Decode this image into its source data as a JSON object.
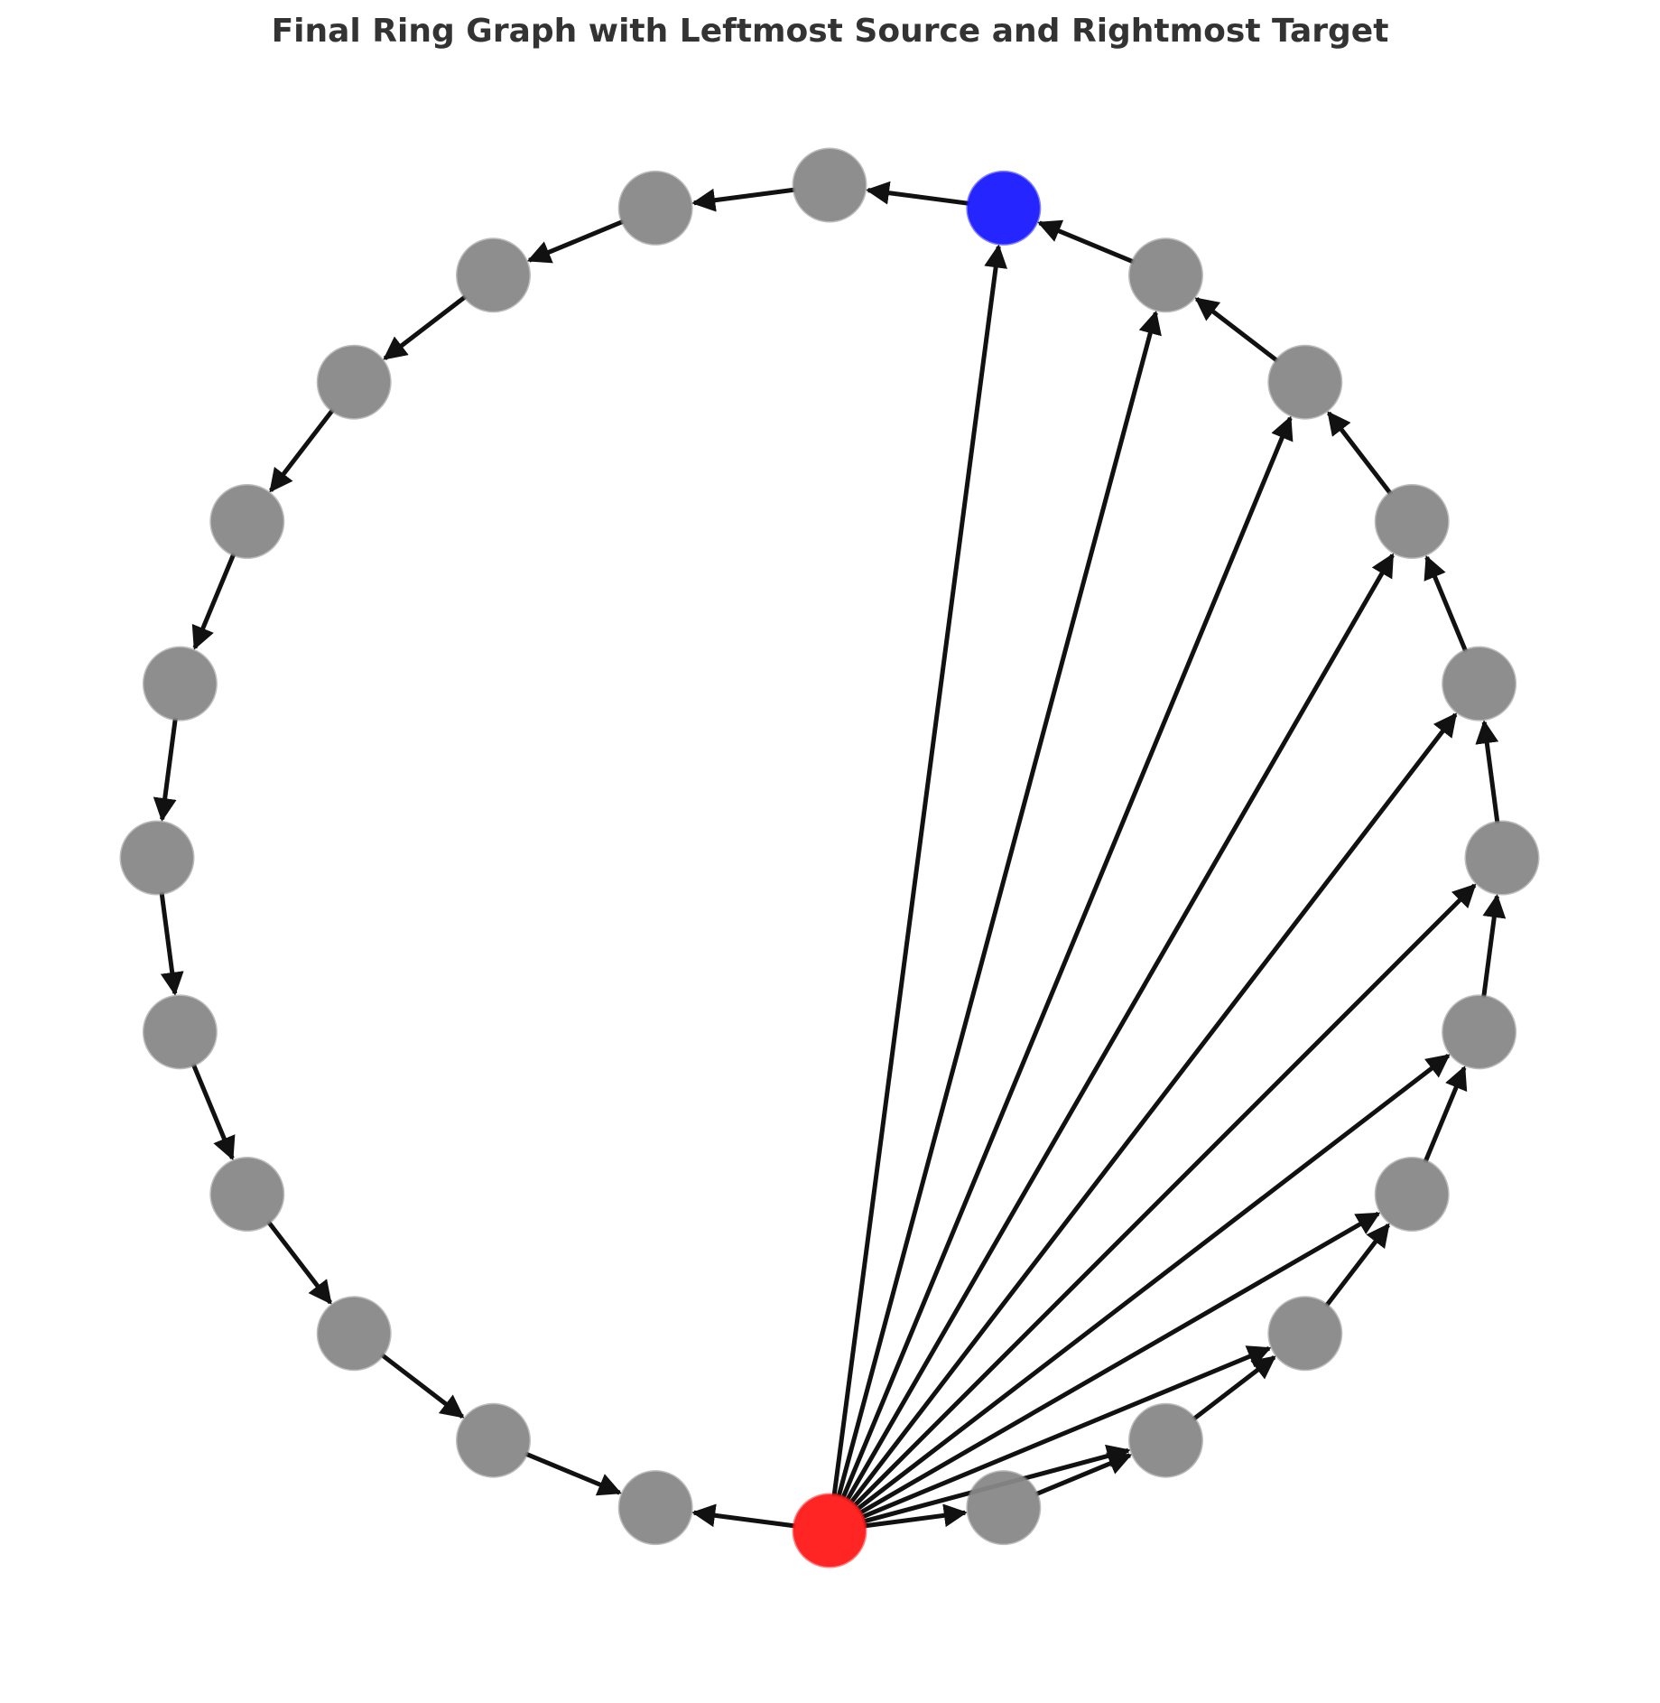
{
  "title": "Final Ring Graph with Leftmost Source and Rightmost Target",
  "colors": {
    "node": "#888888",
    "source": "#ff1a1a",
    "target": "#1a1aff",
    "edge": "#111111"
  },
  "graph": {
    "node_count": 24,
    "source_node": 0,
    "target_node": 11,
    "ring_edges": "each node i -> node (i+1) mod 24, except source/target transitions as drawn",
    "nodes": [
      {
        "id": 0,
        "role": "source"
      },
      {
        "id": 1,
        "role": "normal"
      },
      {
        "id": 2,
        "role": "normal"
      },
      {
        "id": 3,
        "role": "normal"
      },
      {
        "id": 4,
        "role": "normal"
      },
      {
        "id": 5,
        "role": "normal"
      },
      {
        "id": 6,
        "role": "normal"
      },
      {
        "id": 7,
        "role": "normal"
      },
      {
        "id": 8,
        "role": "normal"
      },
      {
        "id": 9,
        "role": "normal"
      },
      {
        "id": 10,
        "role": "normal"
      },
      {
        "id": 11,
        "role": "target"
      },
      {
        "id": 12,
        "role": "normal"
      },
      {
        "id": 13,
        "role": "normal"
      },
      {
        "id": 14,
        "role": "normal"
      },
      {
        "id": 15,
        "role": "normal"
      },
      {
        "id": 16,
        "role": "normal"
      },
      {
        "id": 17,
        "role": "normal"
      },
      {
        "id": 18,
        "role": "normal"
      },
      {
        "id": 19,
        "role": "normal"
      },
      {
        "id": 20,
        "role": "normal"
      },
      {
        "id": 21,
        "role": "normal"
      },
      {
        "id": 22,
        "role": "normal"
      },
      {
        "id": 23,
        "role": "normal"
      }
    ],
    "edges": [
      [
        0,
        1
      ],
      [
        1,
        2
      ],
      [
        2,
        3
      ],
      [
        3,
        4
      ],
      [
        4,
        5
      ],
      [
        5,
        6
      ],
      [
        6,
        7
      ],
      [
        7,
        8
      ],
      [
        8,
        9
      ],
      [
        9,
        10
      ],
      [
        10,
        11
      ],
      [
        11,
        12
      ],
      [
        12,
        13
      ],
      [
        13,
        14
      ],
      [
        14,
        15
      ],
      [
        15,
        16
      ],
      [
        16,
        17
      ],
      [
        17,
        18
      ],
      [
        18,
        19
      ],
      [
        19,
        20
      ],
      [
        20,
        21
      ],
      [
        21,
        22
      ],
      [
        22,
        23
      ],
      [
        0,
        23
      ],
      [
        0,
        2
      ],
      [
        0,
        3
      ],
      [
        0,
        4
      ],
      [
        0,
        5
      ],
      [
        0,
        6
      ],
      [
        0,
        7
      ],
      [
        0,
        8
      ],
      [
        0,
        9
      ],
      [
        0,
        10
      ],
      [
        0,
        11
      ]
    ]
  }
}
